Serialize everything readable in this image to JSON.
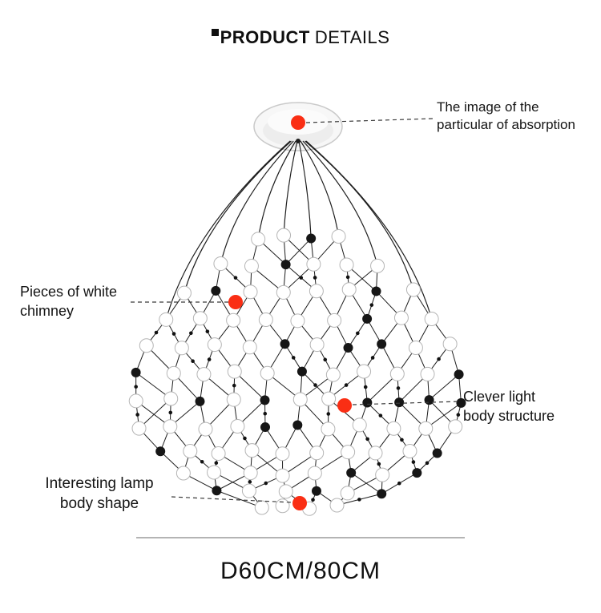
{
  "header": {
    "title_primary": "PRODUCT",
    "title_secondary": "DETAILS"
  },
  "callouts": [
    {
      "id": "absorption",
      "text": "The image of the\nparticular of absorption"
    },
    {
      "id": "white-chimney",
      "text": "Pieces of white\nchimney"
    },
    {
      "id": "light-structure",
      "text": "Clever light\nbody structure"
    },
    {
      "id": "body-shape",
      "text": "Interesting lamp\nbody shape"
    }
  ],
  "dimensions_label": "D60CM/80CM",
  "colors": {
    "marker_red": "#fa2e14",
    "wire_black": "#1e1e1e"
  }
}
